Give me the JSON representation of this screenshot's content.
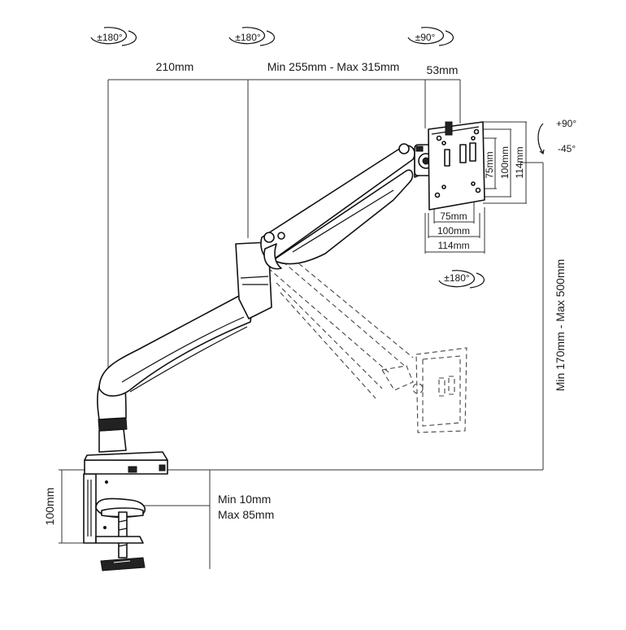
{
  "rotation_labels": {
    "base_pivot": "±180°",
    "elbow_pivot": "±180°",
    "head_swivel": "±90°",
    "screen_rotate": "±180°",
    "tilt_up": "+90°",
    "tilt_down": "-45°"
  },
  "dimensions": {
    "lower_arm_length": "210mm",
    "upper_arm_length": "Min 255mm - Max 315mm",
    "head_depth": "53mm",
    "height_range": "Min 170mm - Max 500mm",
    "clamp_height": "100mm",
    "desk_thickness_min": "Min 10mm",
    "desk_thickness_max": "Max 85mm"
  },
  "vesa": {
    "h_small": "75mm",
    "h_mid": "100mm",
    "h_large": "114mm",
    "v_small": "75mm",
    "v_mid": "100mm",
    "v_large": "114mm"
  }
}
